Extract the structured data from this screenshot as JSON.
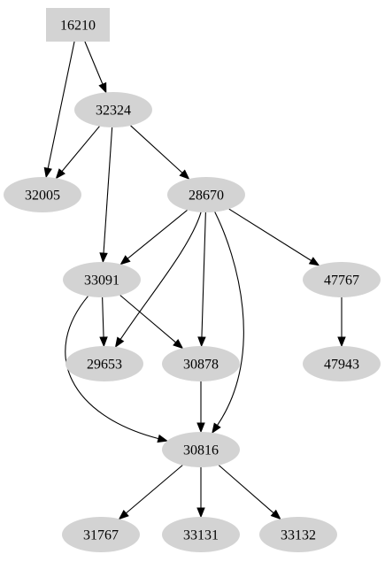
{
  "nodes": [
    {
      "id": "n16210",
      "label": "16210",
      "shape": "box"
    },
    {
      "id": "n32324",
      "label": "32324",
      "shape": "ellipse"
    },
    {
      "id": "n32005",
      "label": "32005",
      "shape": "ellipse"
    },
    {
      "id": "n28670",
      "label": "28670",
      "shape": "ellipse"
    },
    {
      "id": "n33091",
      "label": "33091",
      "shape": "ellipse"
    },
    {
      "id": "n47767",
      "label": "47767",
      "shape": "ellipse"
    },
    {
      "id": "n29653",
      "label": "29653",
      "shape": "ellipse"
    },
    {
      "id": "n30878",
      "label": "30878",
      "shape": "ellipse"
    },
    {
      "id": "n47943",
      "label": "47943",
      "shape": "ellipse"
    },
    {
      "id": "n30816",
      "label": "30816",
      "shape": "ellipse"
    },
    {
      "id": "n31767",
      "label": "31767",
      "shape": "ellipse"
    },
    {
      "id": "n33131",
      "label": "33131",
      "shape": "ellipse"
    },
    {
      "id": "n33132",
      "label": "33132",
      "shape": "ellipse"
    }
  ],
  "edges": [
    {
      "from": "16210",
      "to": "32324"
    },
    {
      "from": "16210",
      "to": "32005"
    },
    {
      "from": "32324",
      "to": "32005"
    },
    {
      "from": "32324",
      "to": "28670"
    },
    {
      "from": "32324",
      "to": "33091"
    },
    {
      "from": "28670",
      "to": "33091"
    },
    {
      "from": "28670",
      "to": "29653"
    },
    {
      "from": "28670",
      "to": "30878"
    },
    {
      "from": "28670",
      "to": "30816"
    },
    {
      "from": "28670",
      "to": "47767"
    },
    {
      "from": "33091",
      "to": "29653"
    },
    {
      "from": "33091",
      "to": "30878"
    },
    {
      "from": "33091",
      "to": "30816"
    },
    {
      "from": "30878",
      "to": "30816"
    },
    {
      "from": "47767",
      "to": "47943"
    },
    {
      "from": "30816",
      "to": "31767"
    },
    {
      "from": "30816",
      "to": "33131"
    },
    {
      "from": "30816",
      "to": "33132"
    }
  ],
  "colors": {
    "node_fill": "#d3d3d3",
    "edge": "#000000",
    "text": "#000000",
    "background": "#ffffff"
  }
}
